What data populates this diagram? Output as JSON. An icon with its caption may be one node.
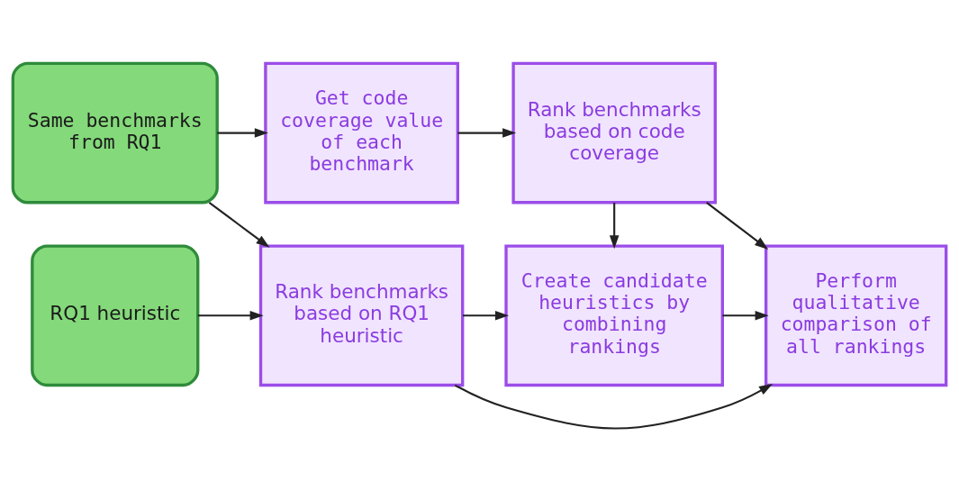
{
  "diagram": {
    "nodes": [
      {
        "text": [
          "Same benchmarks from RQ1"
        ]
      },
      {
        "text": [
          "RQ1 heuristic"
        ]
      },
      {
        "text": [
          "Get code coverage value of each benchmark"
        ]
      },
      {
        "text": [
          "Rank benchmarks based on code coverage"
        ]
      },
      {
        "text": [
          "Rank benchmarks based on RQ1 heuristic"
        ]
      },
      {
        "text": [
          "Create candidate heuristics by combining rankings"
        ]
      },
      {
        "text": [
          "Perform qualitative comparison of all rankings"
        ]
      }
    ],
    "edges": [
      {
        "from": 0,
        "to": 2,
        "arrow": "to"
      },
      {
        "from": 2,
        "to": 3,
        "arrow": "to"
      },
      {
        "from": 3,
        "to": 6,
        "arrow": "to"
      },
      {
        "from": 3,
        "to": 5,
        "arrow": "to"
      },
      {
        "from": 0,
        "to": 4,
        "arrow": "to"
      },
      {
        "from": 1,
        "to": 4,
        "arrow": "to"
      },
      {
        "from": 4,
        "to": 5,
        "arrow": "to"
      },
      {
        "from": 5,
        "to": 6,
        "arrow": "to"
      },
      {
        "from": 4,
        "to": 6,
        "arrow": "to"
      }
    ]
  }
}
